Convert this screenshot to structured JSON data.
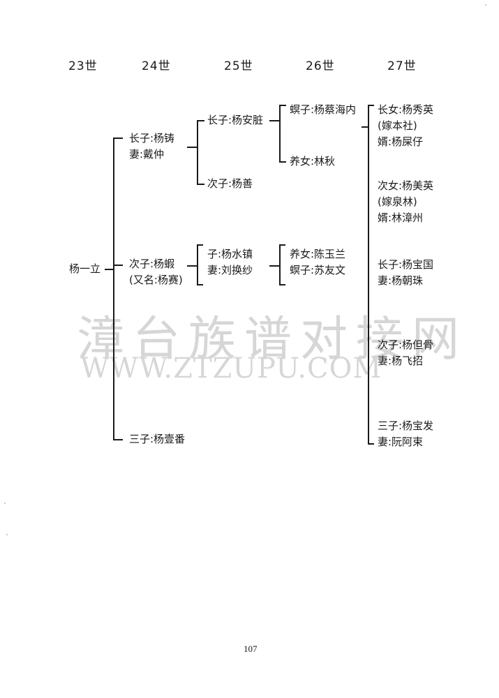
{
  "watermark": {
    "cn": "漳台族谱对接网",
    "url": "WWW.ZTZUPU.COM"
  },
  "generations": [
    "23世",
    "24世",
    "25世",
    "26世",
    "27世"
  ],
  "root": "杨一立",
  "gen24": {
    "a": [
      "长子:杨铸",
      "妻:戴仲"
    ],
    "b": [
      "次子:杨蝦",
      "(又名:杨赛)"
    ],
    "c": [
      "三子:杨壹番"
    ]
  },
  "gen25": {
    "a": [
      "长子:杨安脏"
    ],
    "b": [
      "次子:杨善"
    ],
    "c": [
      "子:杨水镇",
      "妻:刘换纱"
    ]
  },
  "gen26": {
    "a": [
      "螟子:杨蔡海内"
    ],
    "b": [
      "养女:林秋"
    ],
    "c": [
      "养女:陈玉兰",
      "螟子:苏友文"
    ]
  },
  "gen27": {
    "a": [
      "长女:杨秀英",
      "(嫁本社)",
      "婿:杨屎仔"
    ],
    "b": [
      "次女:杨美英",
      "(嫁泉林)",
      "婿:林漳州"
    ],
    "c": [
      "长子:杨宝国",
      "妻:杨朝珠"
    ],
    "d": [
      "次子:杨但骨",
      "妻:杨飞招"
    ],
    "e": [
      "三子:杨宝发",
      "妻:阮阿束"
    ]
  },
  "page_number": "107"
}
